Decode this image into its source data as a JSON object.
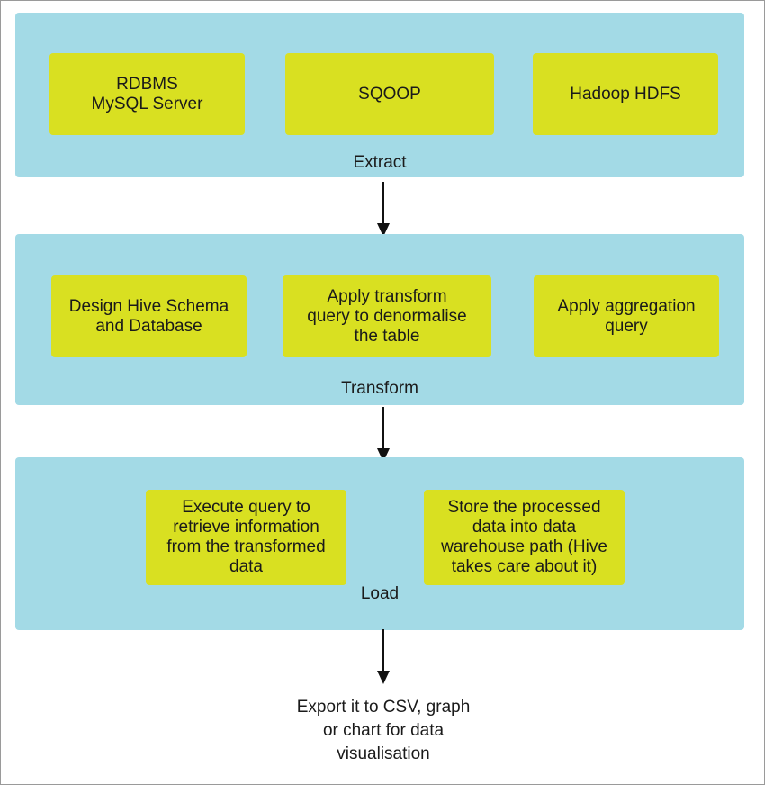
{
  "extract": {
    "label": "Extract",
    "boxes": [
      "RDBMS\nMySQL Server",
      "SQOOP",
      "Hadoop HDFS"
    ]
  },
  "transform": {
    "label": "Transform",
    "boxes": [
      "Design Hive Schema\nand Database",
      "Apply transform\nquery to denormalise\nthe table",
      "Apply aggregation\nquery"
    ]
  },
  "load": {
    "label": "Load",
    "boxes": [
      "Execute query to\nretrieve information\nfrom the transformed\ndata",
      "Store the processed\ndata into data\nwarehouse path (Hive\ntakes care about it)"
    ]
  },
  "export": {
    "text": "Export it to CSV, graph\nor chart for data\nvisualisation"
  },
  "colors": {
    "stage_bg": "#a3dae6",
    "box_bg": "#d9e021",
    "text": "#1a1a1a",
    "arrow": "#111111"
  }
}
